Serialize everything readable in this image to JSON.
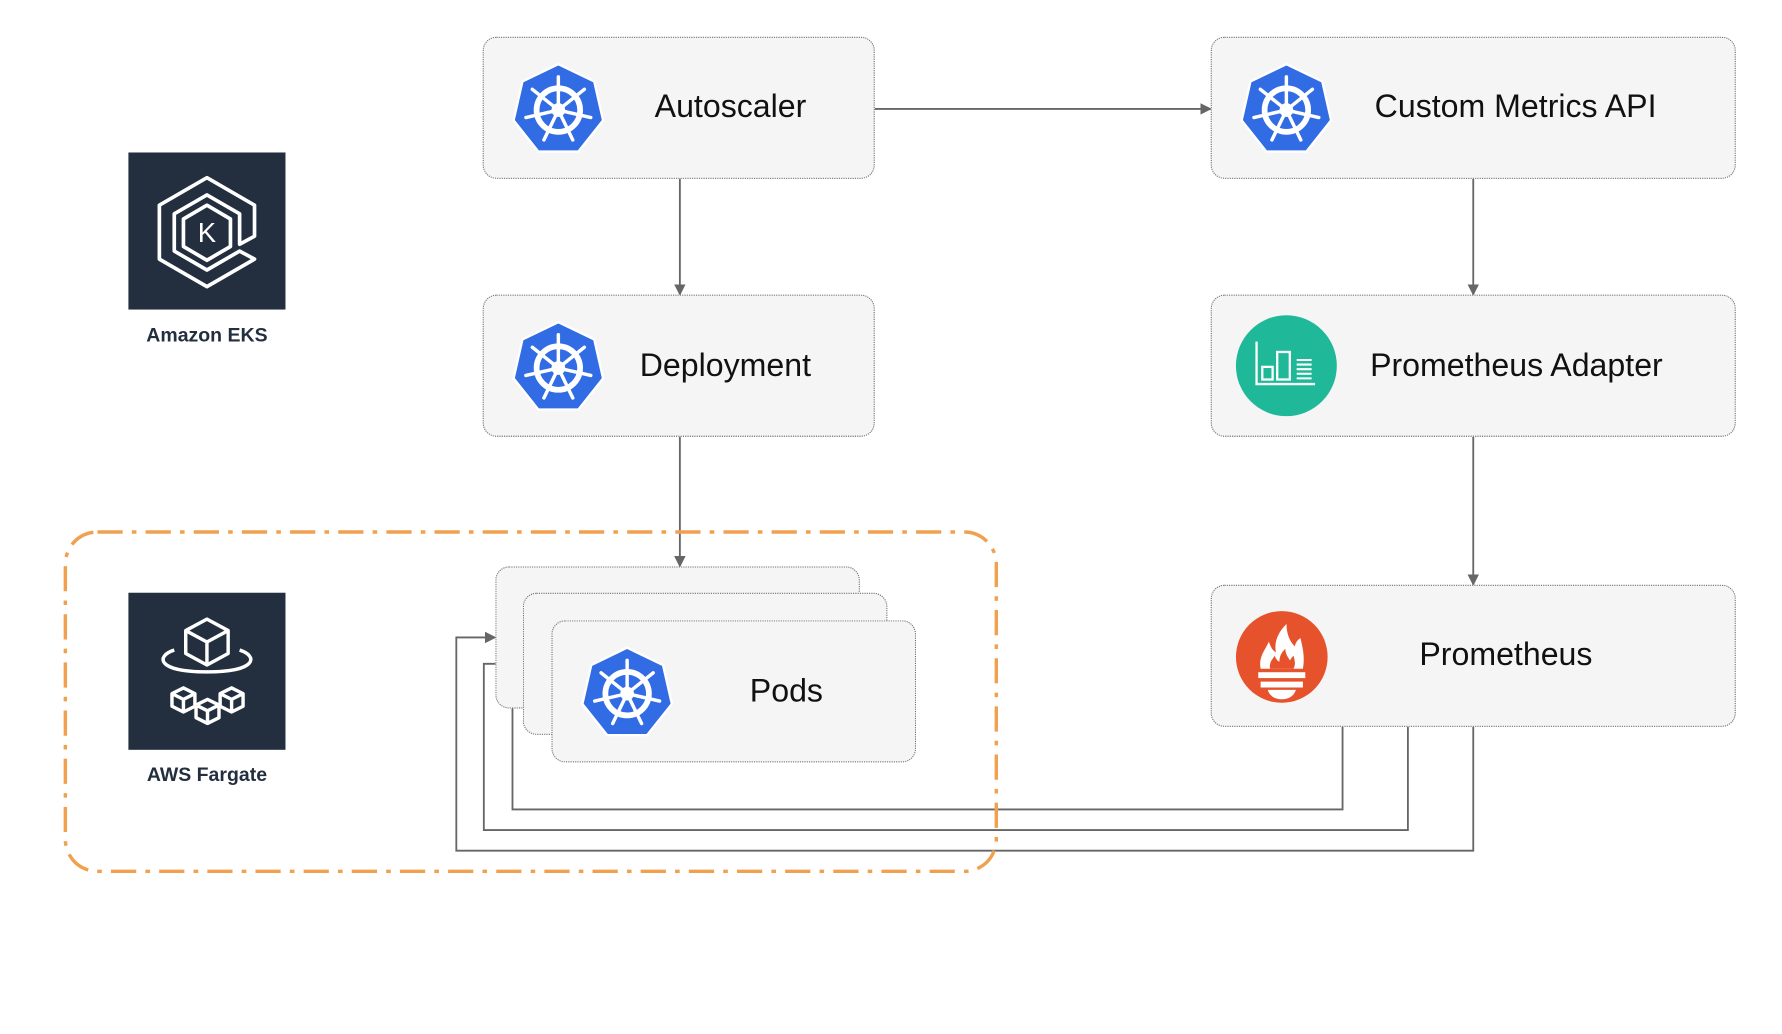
{
  "nodes": {
    "autoscaler": "Autoscaler",
    "custom_metrics_api": "Custom Metrics API",
    "deployment": "Deployment",
    "prometheus_adapter": "Prometheus Adapter",
    "pods": "Pods",
    "prometheus": "Prometheus"
  },
  "services": {
    "eks": "Amazon EKS",
    "fargate": "AWS Fargate"
  },
  "icons": {
    "autoscaler": "kubernetes-icon",
    "custom_metrics_api": "kubernetes-icon",
    "deployment": "kubernetes-icon",
    "pods": "kubernetes-icon",
    "prometheus_adapter": "bar-chart-icon",
    "prometheus": "prometheus-flame-icon",
    "eks": "amazon-eks-icon",
    "fargate": "aws-fargate-icon"
  },
  "colors": {
    "kubernetes": "#326ce5",
    "prometheus": "#e6522c",
    "adapter": "#1fb99a",
    "aws_tile": "#232f3e",
    "fargate_boundary": "#f0a150",
    "connector": "#666666"
  }
}
